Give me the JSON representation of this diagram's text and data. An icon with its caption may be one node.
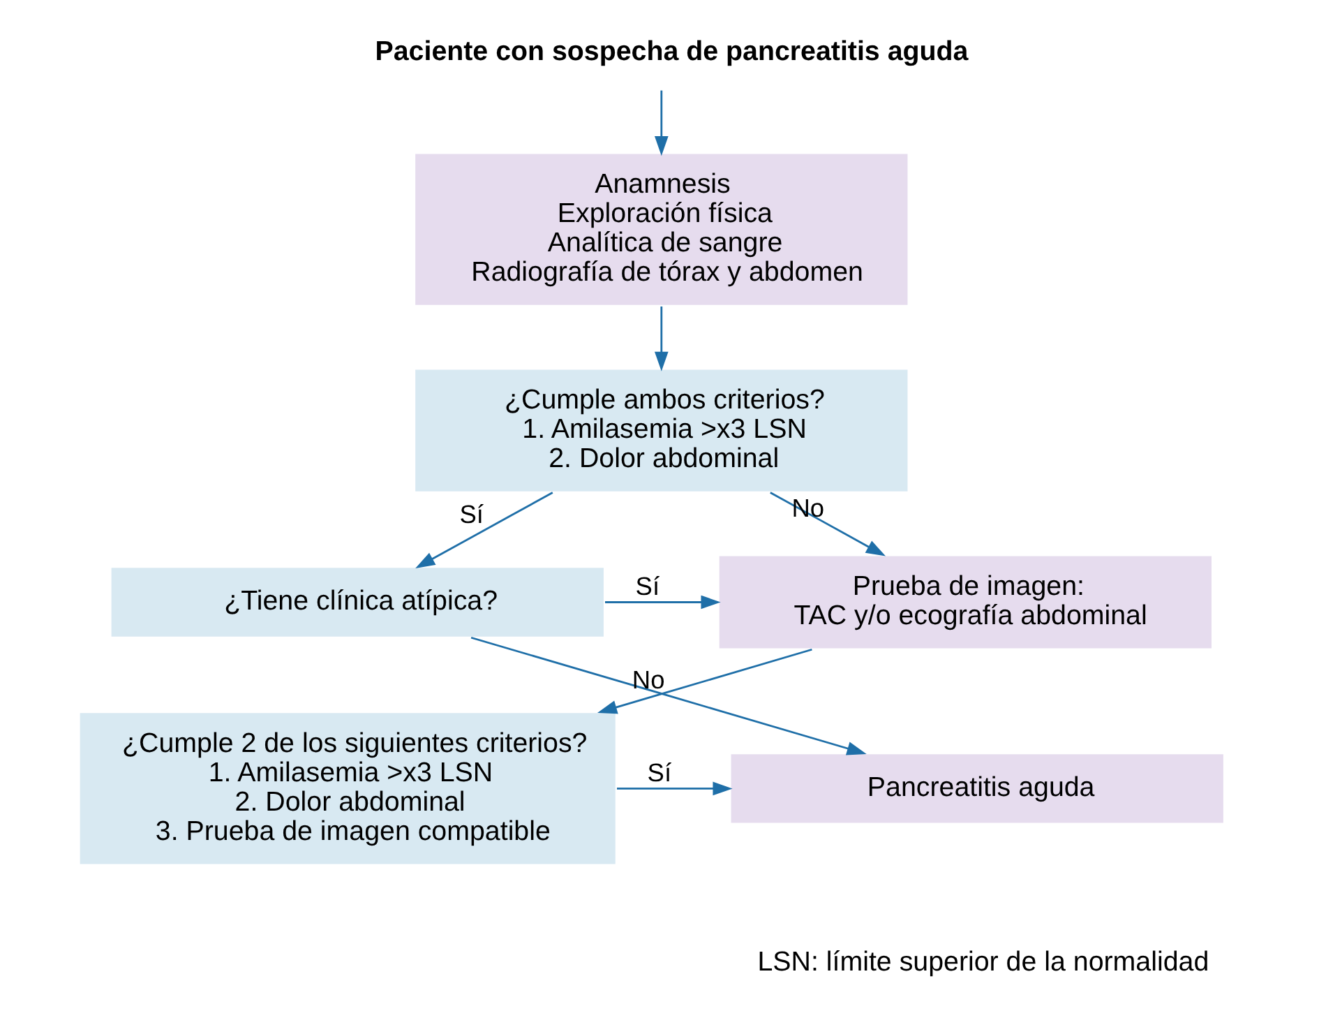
{
  "diagram": {
    "nodes": [
      {
        "text": [
          "Paciente con sospecha de pancreatitis aguda"
        ]
      },
      {
        "text": [
          "Anamnesis",
          "Exploración física",
          "Analítica de sangre",
          "Radiografía de tórax y abdomen"
        ]
      },
      {
        "text": [
          "¿Cumple ambos criterios?",
          "1. Amilasemia >x3 LSN",
          "2. Dolor abdominal"
        ]
      },
      {
        "text": [
          "¿Tiene clínica atípica?"
        ]
      },
      {
        "text": [
          "Pancreatitis aguda"
        ]
      },
      {
        "text": [
          "Prueba de imagen:",
          "TAC y/o ecografía abdominal"
        ]
      },
      {
        "text": [
          "¿Cumple 2 de los siguientes criterios?",
          "1. Amilasemia >x3 LSN",
          "2. Dolor abdominal",
          "3. Prueba de imagen compatible"
        ]
      }
    ],
    "edges": [
      {
        "from": 0,
        "to": 1,
        "arrow": "to"
      },
      {
        "from": 1,
        "to": 2,
        "arrow": "to"
      },
      {
        "from": 2,
        "to": 3,
        "arrow": "to",
        "label": "Sí"
      },
      {
        "from": 2,
        "to": 5,
        "arrow": "to",
        "label": "No"
      },
      {
        "from": 3,
        "to": 5,
        "arrow": "to",
        "label": "Sí"
      },
      {
        "from": 3,
        "to": 4,
        "arrow": "to",
        "label": "No"
      },
      {
        "from": 5,
        "to": 6,
        "arrow": "to"
      },
      {
        "from": 6,
        "to": 4,
        "arrow": "to",
        "label": "Sí"
      }
    ],
    "labels": [
      "LSN: límite superior de la normalidad"
    ]
  }
}
